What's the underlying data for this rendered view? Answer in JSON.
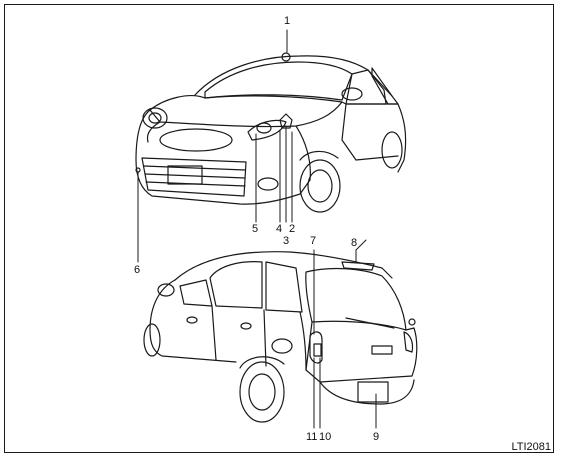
{
  "labels": {
    "l1": "1",
    "l2": "2",
    "l3": "3",
    "l4": "4",
    "l5": "5",
    "l6": "6",
    "l7": "7",
    "l8": "8",
    "l9": "9",
    "l10": "10",
    "l11": "11"
  },
  "figure_code": "LTI2081",
  "colors": {
    "ink": "#1a1a1a",
    "paper": "#ffffff"
  }
}
